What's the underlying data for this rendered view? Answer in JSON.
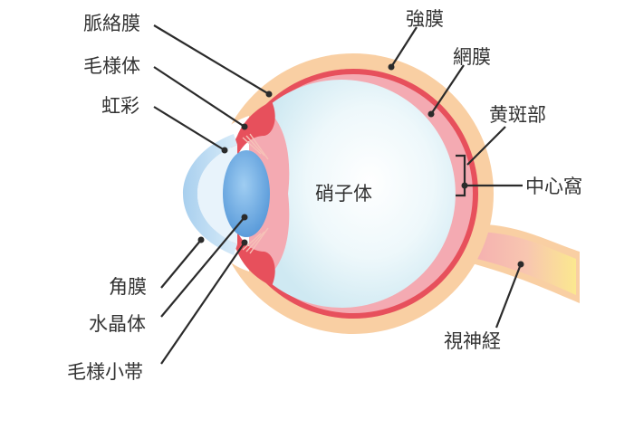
{
  "labels": {
    "choroid": "脈絡膜",
    "ciliary_body": "毛様体",
    "iris": "虹彩",
    "cornea": "角膜",
    "lens": "水晶体",
    "zonule": "毛様小帯",
    "sclera": "強膜",
    "retina": "網膜",
    "macula": "黄斑部",
    "fovea": "中心窩",
    "vitreous": "硝子体",
    "optic_nerve": "視神経"
  },
  "colors": {
    "sclera": "#f9cfa3",
    "choroid": "#e7505c",
    "retina": "#f4aab2",
    "vitreous": "#dcf0f6",
    "cornea": "#a6cdec",
    "lens": "#6aa9e0",
    "optic_nerve_start": "#f3a7b0",
    "optic_nerve_end": "#fbe88f",
    "text": "#333333",
    "leader": "#2b2b2b"
  }
}
